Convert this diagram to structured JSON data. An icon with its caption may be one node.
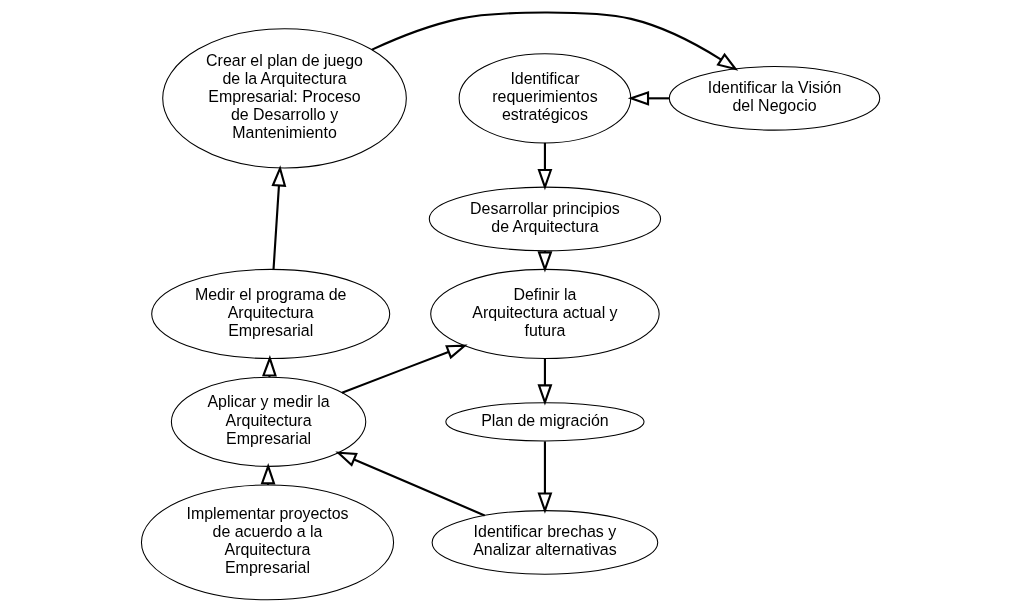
{
  "diagram": {
    "nodes": [
      {
        "text": [
          "Crear el plan de juego de la Arquitectura Empresarial: Proceso de Desarrollo y Mantenimiento"
        ]
      },
      {
        "text": [
          "Identificar la Visión del Negocio"
        ]
      },
      {
        "text": [
          "Identificar requerimientos estratégicos"
        ]
      },
      {
        "text": [
          "Desarrollar principios de Arquitectura"
        ]
      },
      {
        "text": [
          "Medir el programa de Arquitectura Empresarial"
        ]
      },
      {
        "text": [
          "Definir la Arquitectura actual y futura"
        ]
      },
      {
        "text": [
          "Aplicar y medir la Arquitectura Empresarial"
        ]
      },
      {
        "text": [
          "Plan de migración"
        ]
      },
      {
        "text": [
          "Implementar proyectos de acuerdo a la Arquitectura Empresarial"
        ]
      },
      {
        "text": [
          "Identificar brechas y Analizar alternativas"
        ]
      }
    ],
    "edges": [
      {
        "from": 0,
        "to": 1,
        "arrow": "to"
      },
      {
        "from": 1,
        "to": 2,
        "arrow": "to"
      },
      {
        "from": 2,
        "to": 3,
        "arrow": "to"
      },
      {
        "from": 3,
        "to": 5,
        "arrow": "to"
      },
      {
        "from": 5,
        "to": 7,
        "arrow": "to"
      },
      {
        "from": 7,
        "to": 9,
        "arrow": "to"
      },
      {
        "from": 9,
        "to": 6,
        "arrow": "to"
      },
      {
        "from": 8,
        "to": 6,
        "arrow": "to"
      },
      {
        "from": 6,
        "to": 5,
        "arrow": "to"
      },
      {
        "from": 6,
        "to": 4,
        "arrow": "to"
      },
      {
        "from": 4,
        "to": 0,
        "arrow": "to"
      }
    ]
  }
}
